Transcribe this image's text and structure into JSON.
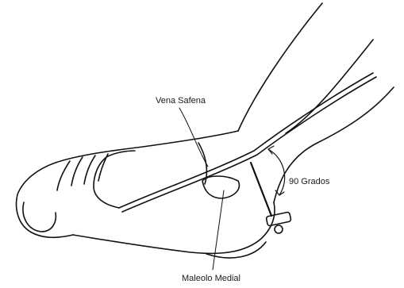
{
  "diagram": {
    "labels": {
      "vena_safena": "Vena Safena",
      "grados": "90 Grados",
      "maleolo_medial": "Maleolo Medial"
    }
  }
}
